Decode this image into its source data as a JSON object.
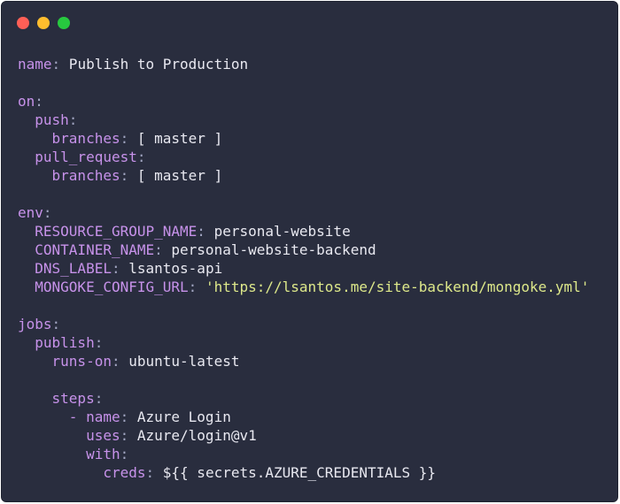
{
  "window": {
    "buttons": [
      {
        "name": "close",
        "color": "#ff5f56"
      },
      {
        "name": "minimize",
        "color": "#ffbd2e"
      },
      {
        "name": "maximize",
        "color": "#27c93f"
      }
    ]
  },
  "colors": {
    "background": "#292d3e",
    "key": "#c792ea",
    "punctuation": "#a0a4c0",
    "value": "#e8e8f0",
    "string": "#dde88a"
  },
  "code": {
    "lines": [
      [
        {
          "t": "k",
          "s": "name"
        },
        {
          "t": "p",
          "s": ":"
        },
        {
          "t": "v",
          "s": " Publish to Production"
        }
      ],
      [],
      [
        {
          "t": "k",
          "s": "on"
        },
        {
          "t": "p",
          "s": ":"
        }
      ],
      [
        {
          "t": "v",
          "s": "  "
        },
        {
          "t": "k",
          "s": "push"
        },
        {
          "t": "p",
          "s": ":"
        }
      ],
      [
        {
          "t": "v",
          "s": "    "
        },
        {
          "t": "k",
          "s": "branches"
        },
        {
          "t": "p",
          "s": ":"
        },
        {
          "t": "v",
          "s": " [ master ]"
        }
      ],
      [
        {
          "t": "v",
          "s": "  "
        },
        {
          "t": "k",
          "s": "pull_request"
        },
        {
          "t": "p",
          "s": ":"
        }
      ],
      [
        {
          "t": "v",
          "s": "    "
        },
        {
          "t": "k",
          "s": "branches"
        },
        {
          "t": "p",
          "s": ":"
        },
        {
          "t": "v",
          "s": " [ master ]"
        }
      ],
      [],
      [
        {
          "t": "k",
          "s": "env"
        },
        {
          "t": "p",
          "s": ":"
        }
      ],
      [
        {
          "t": "v",
          "s": "  "
        },
        {
          "t": "k",
          "s": "RESOURCE_GROUP_NAME"
        },
        {
          "t": "p",
          "s": ":"
        },
        {
          "t": "v",
          "s": " personal-website"
        }
      ],
      [
        {
          "t": "v",
          "s": "  "
        },
        {
          "t": "k",
          "s": "CONTAINER_NAME"
        },
        {
          "t": "p",
          "s": ":"
        },
        {
          "t": "v",
          "s": " personal-website-backend"
        }
      ],
      [
        {
          "t": "v",
          "s": "  "
        },
        {
          "t": "k",
          "s": "DNS_LABEL"
        },
        {
          "t": "p",
          "s": ":"
        },
        {
          "t": "v",
          "s": " lsantos-api"
        }
      ],
      [
        {
          "t": "v",
          "s": "  "
        },
        {
          "t": "k",
          "s": "MONGOKE_CONFIG_URL"
        },
        {
          "t": "p",
          "s": ":"
        },
        {
          "t": "v",
          "s": " "
        },
        {
          "t": "s",
          "s": "'https://lsantos.me/site-backend/mongoke.yml'"
        }
      ],
      [],
      [
        {
          "t": "k",
          "s": "jobs"
        },
        {
          "t": "p",
          "s": ":"
        }
      ],
      [
        {
          "t": "v",
          "s": "  "
        },
        {
          "t": "k",
          "s": "publish"
        },
        {
          "t": "p",
          "s": ":"
        }
      ],
      [
        {
          "t": "v",
          "s": "    "
        },
        {
          "t": "k",
          "s": "runs-on"
        },
        {
          "t": "p",
          "s": ":"
        },
        {
          "t": "v",
          "s": " ubuntu-latest"
        }
      ],
      [],
      [
        {
          "t": "v",
          "s": "    "
        },
        {
          "t": "k",
          "s": "steps"
        },
        {
          "t": "p",
          "s": ":"
        }
      ],
      [
        {
          "t": "v",
          "s": "      "
        },
        {
          "t": "k",
          "s": "- name"
        },
        {
          "t": "p",
          "s": ":"
        },
        {
          "t": "v",
          "s": " Azure Login"
        }
      ],
      [
        {
          "t": "v",
          "s": "        "
        },
        {
          "t": "k",
          "s": "uses"
        },
        {
          "t": "p",
          "s": ":"
        },
        {
          "t": "v",
          "s": " Azure/login@v1"
        }
      ],
      [
        {
          "t": "v",
          "s": "        "
        },
        {
          "t": "k",
          "s": "with"
        },
        {
          "t": "p",
          "s": ":"
        }
      ],
      [
        {
          "t": "v",
          "s": "          "
        },
        {
          "t": "k",
          "s": "creds"
        },
        {
          "t": "p",
          "s": ":"
        },
        {
          "t": "v",
          "s": " ${{ secrets.AZURE_CREDENTIALS }}"
        }
      ]
    ]
  }
}
